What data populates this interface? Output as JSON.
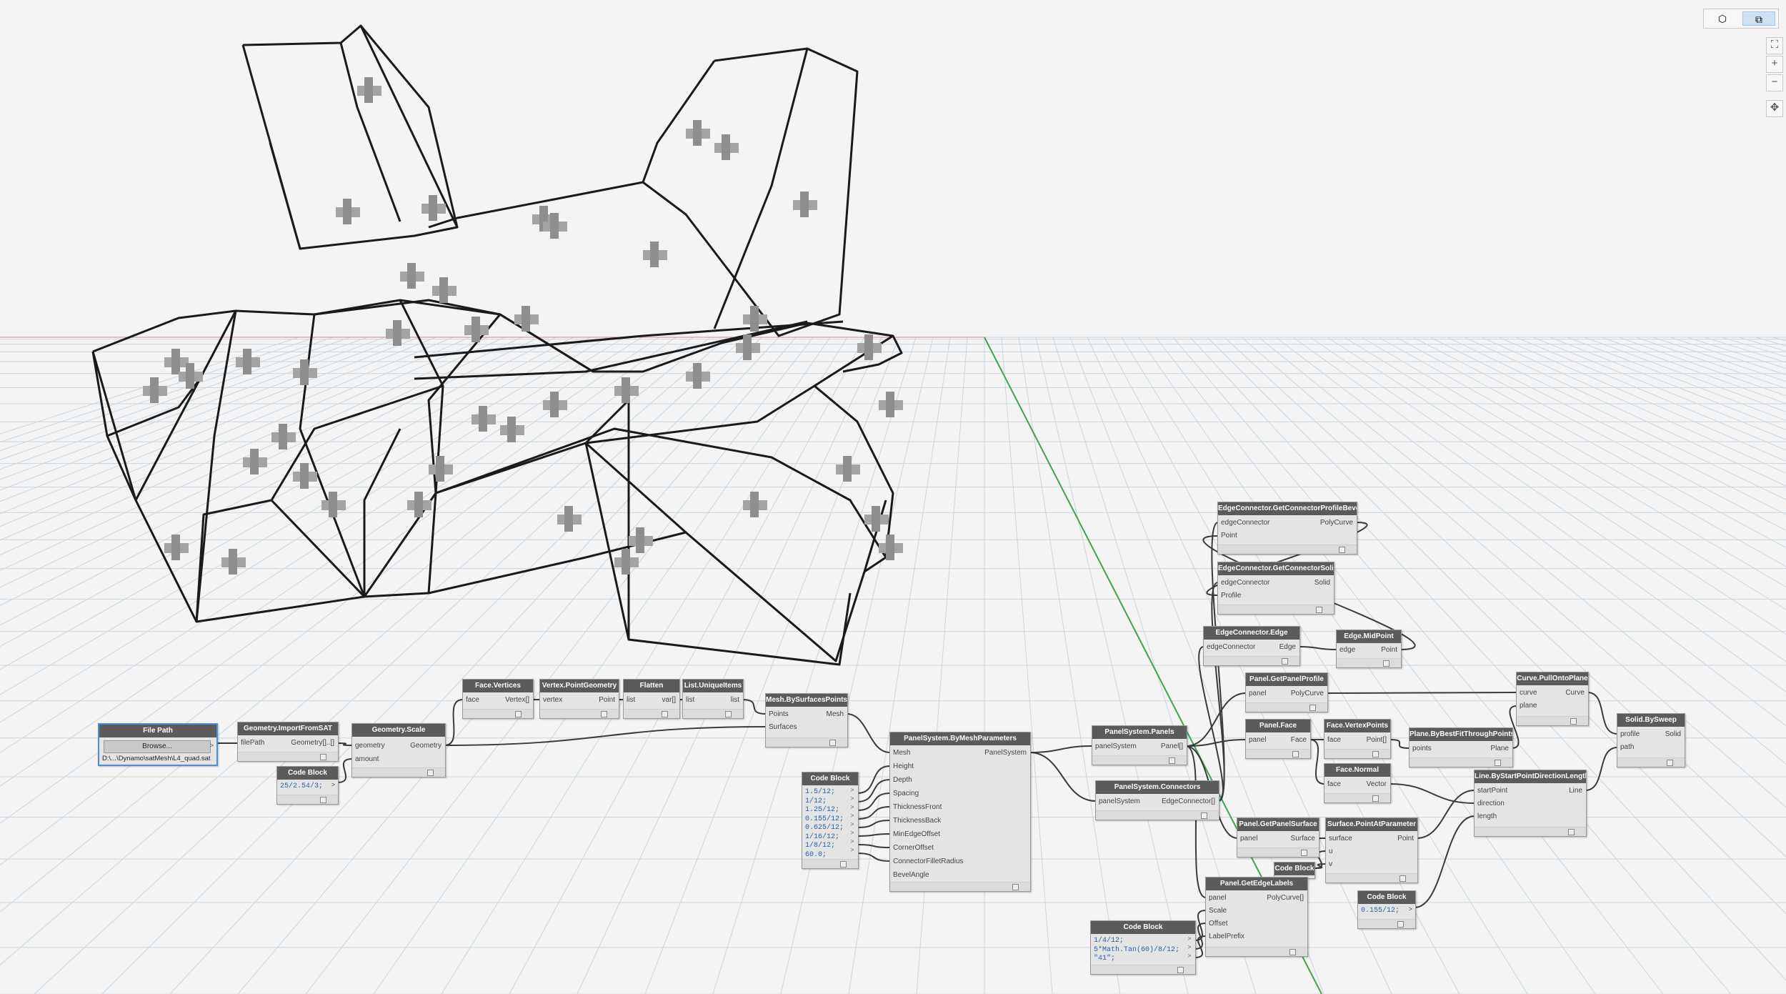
{
  "view_controls": {
    "geometry_mode_icon": "geometry-view-icon",
    "graph_mode_icon": "graph-view-icon",
    "zoom_fit": "⛶",
    "zoom_in": "+",
    "zoom_out": "−",
    "pan": "✥"
  },
  "colors": {
    "node_header": "#5b5b5b",
    "node_body": "#e4e4e4",
    "wire": "#3c3c3c",
    "code_text": "#2a5fa8",
    "selection": "#4b8fd8",
    "axis_green": "#3fa34d"
  },
  "nodes": {
    "file_path": {
      "title": "File Path",
      "button": "Browse...",
      "arrow": ">",
      "value": "D:\\...\\Dynamo\\satMesh\\L4_quad.sat"
    },
    "import_sat": {
      "title": "Geometry.ImportFromSAT",
      "in1": "filePath",
      "out1": "Geometry[]..[]",
      "arrow": ">"
    },
    "code_scale": {
      "title": "Code Block",
      "code": "25/2.54/3;",
      "arrow": ">"
    },
    "geom_scale": {
      "title": "Geometry.Scale",
      "in1": "geometry",
      "in2": "amount",
      "out1": "Geometry"
    },
    "face_vertices": {
      "title": "Face.Vertices",
      "in1": "face",
      "out1": "Vertex[]"
    },
    "vertex_point": {
      "title": "Vertex.PointGeometry",
      "in1": "vertex",
      "out1": "Point"
    },
    "flatten": {
      "title": "Flatten",
      "in1": "list",
      "out1": "var[]"
    },
    "unique": {
      "title": "List.UniqueItems",
      "in1": "list",
      "out1": "list"
    },
    "mesh_by": {
      "title": "Mesh.BySurfacesPoints",
      "in1": "Points",
      "in2": "Surfaces",
      "out1": "Mesh"
    },
    "code_params": {
      "title": "Code Block",
      "code": "1.5/12;\n1/12;\n1.25/12;\n0.155/12;\n0.625/12;\n1/16/12;\n1/8/12;\n60.0;"
    },
    "panelsystem": {
      "title": "PanelSystem.ByMeshParameters",
      "inputs": [
        "Mesh",
        "Height",
        "Depth",
        "Spacing",
        "ThicknessFront",
        "ThicknessBack",
        "MinEdgeOffset",
        "CornerOffset",
        "ConnectorFilletRadius",
        "BevelAngle"
      ],
      "out1": "PanelSystem"
    },
    "ps_panels": {
      "title": "PanelSystem.Panels",
      "in1": "panelSystem",
      "out1": "Panel[]"
    },
    "ps_connectors": {
      "title": "PanelSystem.Connectors",
      "in1": "panelSystem",
      "out1": "EdgeConnector[]"
    },
    "ec_profilebevel": {
      "title": "EdgeConnector.GetConnectorProfileBevel",
      "in1": "edgeConnector",
      "in2": "Point",
      "out1": "PolyCurve"
    },
    "ec_solid": {
      "title": "EdgeConnector.GetConnectorSolid",
      "in1": "edgeConnector",
      "in2": "Profile",
      "out1": "Solid"
    },
    "ec_edge": {
      "title": "EdgeConnector.Edge",
      "in1": "edgeConnector",
      "out1": "Edge"
    },
    "edge_mid": {
      "title": "Edge.MidPoint",
      "in1": "edge",
      "out1": "Point"
    },
    "panel_profile": {
      "title": "Panel.GetPanelProfile",
      "in1": "panel",
      "out1": "PolyCurve"
    },
    "panel_face": {
      "title": "Panel.Face",
      "in1": "panel",
      "out1": "Face"
    },
    "face_vpoints": {
      "title": "Face.VertexPoints",
      "in1": "face",
      "out1": "Point[]"
    },
    "plane_best": {
      "title": "Plane.ByBestFitThroughPoints",
      "in1": "points",
      "out1": "Plane"
    },
    "face_normal": {
      "title": "Face.Normal",
      "in1": "face",
      "out1": "Vector"
    },
    "panel_surface": {
      "title": "Panel.GetPanelSurface",
      "in1": "panel",
      "out1": "Surface"
    },
    "surf_param": {
      "title": "Surface.PointAtParameter",
      "in1": "surface",
      "in2": "u",
      "in3": "v",
      "out1": "Point"
    },
    "code_half": {
      "title": "Code Block"
    },
    "code_155": {
      "title": "Code Block",
      "code": "0.155/12;",
      "arrow": ">"
    },
    "line_by": {
      "title": "Line.ByStartPointDirectionLength",
      "in1": "startPoint",
      "in2": "direction",
      "in3": "length",
      "out1": "Line"
    },
    "curve_pull": {
      "title": "Curve.PullOntoPlane",
      "in1": "curve",
      "in2": "plane",
      "out1": "Curve"
    },
    "solid_sweep": {
      "title": "Solid.BySweep",
      "in1": "profile",
      "in2": "path",
      "out1": "Solid"
    },
    "edge_labels": {
      "title": "Panel.GetEdgeLabels",
      "in1": "panel",
      "in2": "Scale",
      "in3": "Offset",
      "in4": "LabelPrefix",
      "out1": "PolyCurve[]"
    },
    "code_labels": {
      "title": "Code Block",
      "code": "1/4/12;\n5*Math.Tan(60)/8/12;\n\"41\";"
    }
  }
}
